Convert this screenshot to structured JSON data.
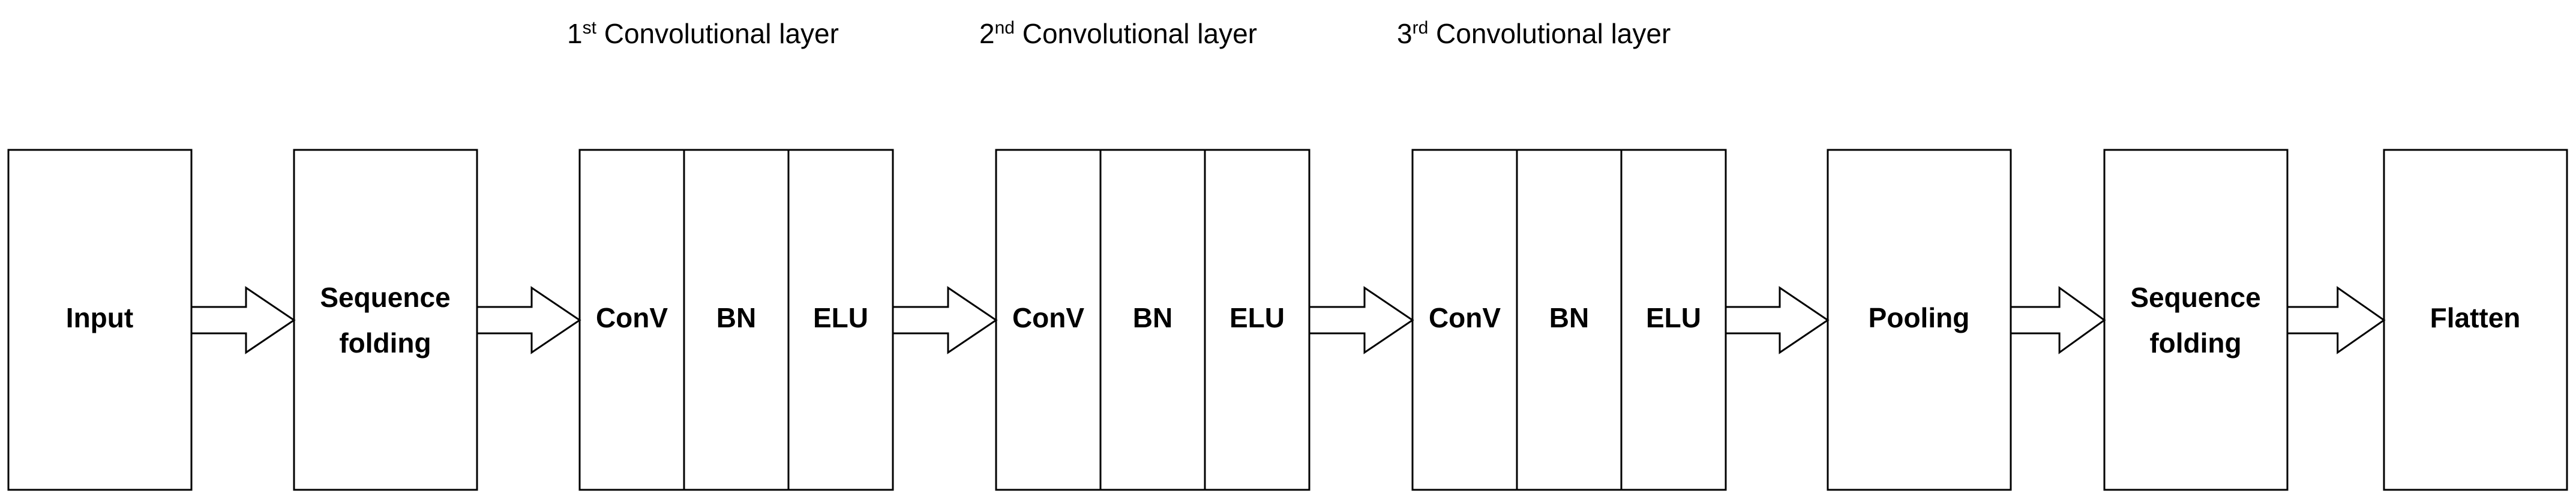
{
  "layer_titles": [
    {
      "num": "1",
      "sup": "st",
      "text": " Convolutional layer"
    },
    {
      "num": "2",
      "sup": "nd",
      "text": " Convolutional layer"
    },
    {
      "num": "3",
      "sup": "rd",
      "text": " Convolutional layer"
    }
  ],
  "blocks": {
    "input": "Input",
    "sequence_folding_1": [
      "Sequence",
      "folding"
    ],
    "conv_layer_1": [
      "ConV",
      "BN",
      "ELU"
    ],
    "conv_layer_2": [
      "ConV",
      "BN",
      "ELU"
    ],
    "conv_layer_3": [
      "ConV",
      "BN",
      "ELU"
    ],
    "pooling": "Pooling",
    "sequence_folding_2": [
      "Sequence",
      "folding"
    ],
    "flatten": "Flatten"
  }
}
